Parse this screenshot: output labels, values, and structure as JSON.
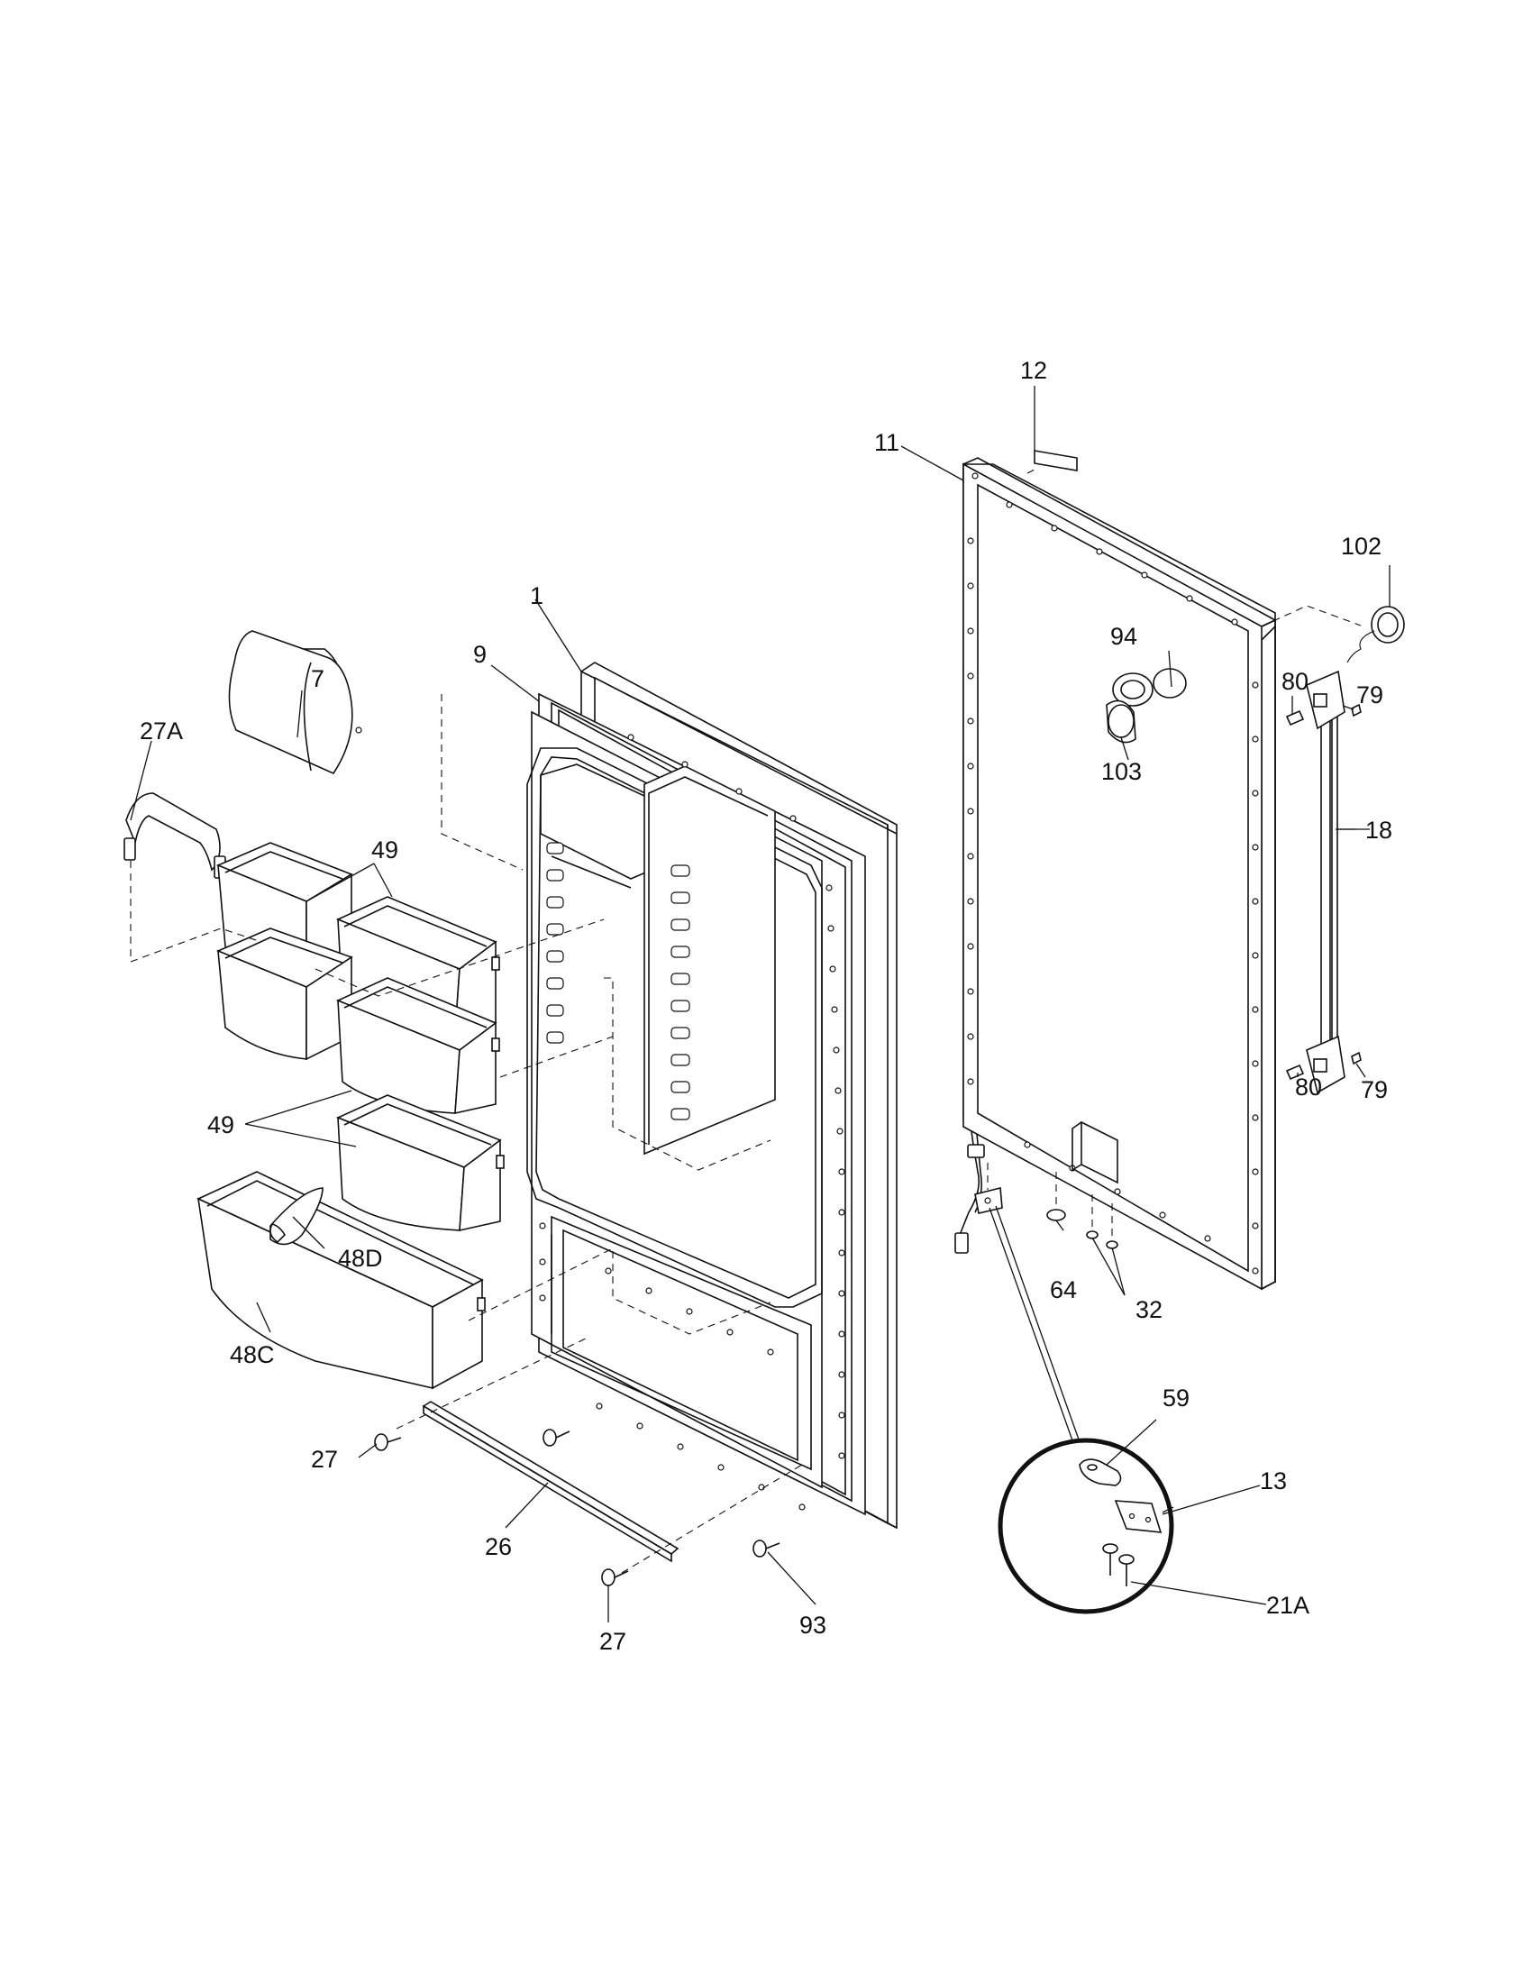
{
  "callouts": {
    "c1": "1",
    "c7": "7",
    "c9": "9",
    "c11": "11",
    "c12": "12",
    "c13": "13",
    "c18": "18",
    "c21A": "21A",
    "c26": "26",
    "c27_top": "27",
    "c27_bottom": "27",
    "c27A": "27A",
    "c32": "32",
    "c48C": "48C",
    "c48D": "48D",
    "c49_top": "49",
    "c49_mid": "49",
    "c59": "59",
    "c64": "64",
    "c79_top": "79",
    "c79_bottom": "79",
    "c80_top": "80",
    "c80_bottom": "80",
    "c93": "93",
    "c94": "94",
    "c102": "102",
    "c103": "103"
  }
}
